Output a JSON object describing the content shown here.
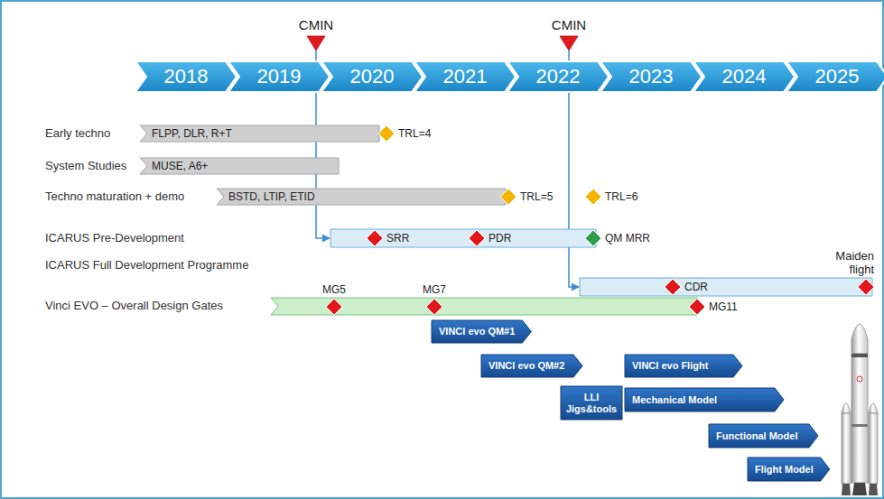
{
  "diagram": {
    "nodes": [
      {
        "text": [
          "CMIN"
        ]
      },
      {
        "text": [
          "CMIN"
        ]
      },
      {
        "text": [
          "2018"
        ]
      },
      {
        "text": [
          "2019"
        ]
      },
      {
        "text": [
          "2020"
        ]
      },
      {
        "text": [
          "2021"
        ]
      },
      {
        "text": [
          "2022"
        ]
      },
      {
        "text": [
          "2023"
        ]
      },
      {
        "text": [
          "2024"
        ]
      },
      {
        "text": [
          "2025"
        ]
      },
      {
        "text": [
          "Early techno",
          "FLPP, DLR, R+T"
        ]
      },
      {
        "text": [
          "TRL=4"
        ]
      },
      {
        "text": [
          "System Studies",
          "MUSE, A6+"
        ]
      },
      {
        "text": [
          "Techno maturation + demo",
          "BSTD, LTIP, ETID"
        ]
      },
      {
        "text": [
          "TRL=5"
        ]
      },
      {
        "text": [
          "TRL=6"
        ]
      },
      {
        "text": [
          "ICARUS Pre-Development"
        ]
      },
      {
        "text": [
          "SRR"
        ],
        "in": 16
      },
      {
        "text": [
          "PDR"
        ],
        "in": 16
      },
      {
        "text": [
          "QM MRR"
        ],
        "in": 16
      },
      {
        "text": [
          "ICARUS Full Development Programme"
        ]
      },
      {
        "text": [
          "CDR"
        ],
        "in": 20
      },
      {
        "text": [
          "Maiden flight"
        ],
        "in": 20
      },
      {
        "text": [
          "Vinci EVO – Overall Design Gates"
        ]
      },
      {
        "text": [
          "MG5"
        ],
        "in": 23
      },
      {
        "text": [
          "MG7"
        ],
        "in": 23
      },
      {
        "text": [
          "MG11"
        ],
        "in": 23
      },
      {
        "text": [
          "VINCI evo QM#1"
        ]
      },
      {
        "text": [
          "VINCI evo QM#2"
        ]
      },
      {
        "text": [
          "VINCI evo Flight"
        ]
      },
      {
        "text": [
          "LLI Jigs&tools"
        ]
      },
      {
        "text": [
          "Mechanical Model"
        ]
      },
      {
        "text": [
          "Functional Model"
        ]
      },
      {
        "text": [
          "Flight Model"
        ]
      }
    ],
    "edges": [
      {
        "from": 0,
        "to": 16,
        "arrow": "to"
      },
      {
        "from": 1,
        "to": 20,
        "arrow": "to"
      }
    ]
  }
}
